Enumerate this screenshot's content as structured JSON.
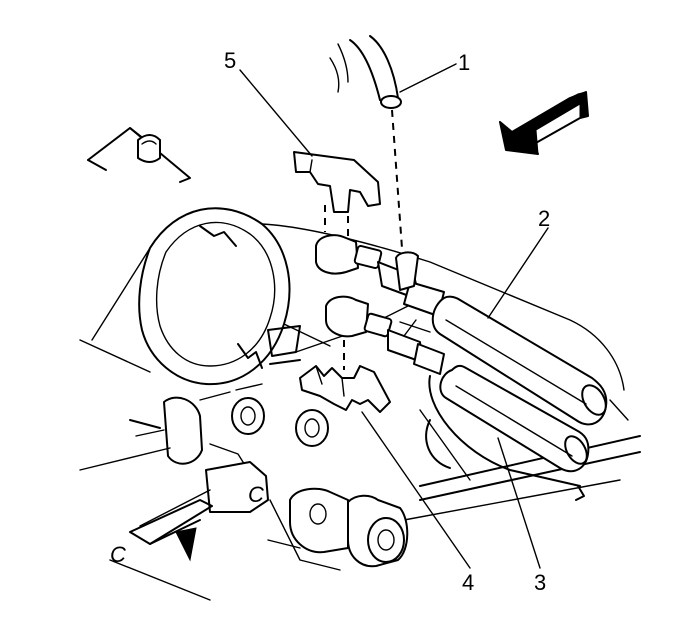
{
  "diagram": {
    "callouts": [
      {
        "id": "1",
        "text": "1"
      },
      {
        "id": "2",
        "text": "2"
      },
      {
        "id": "3",
        "text": "3"
      },
      {
        "id": "4",
        "text": "4"
      },
      {
        "id": "5",
        "text": "5"
      }
    ],
    "component_letters": {
      "c_left": "C",
      "c_center": "C"
    },
    "colors": {
      "line": "#000000",
      "background": "#ffffff"
    }
  }
}
